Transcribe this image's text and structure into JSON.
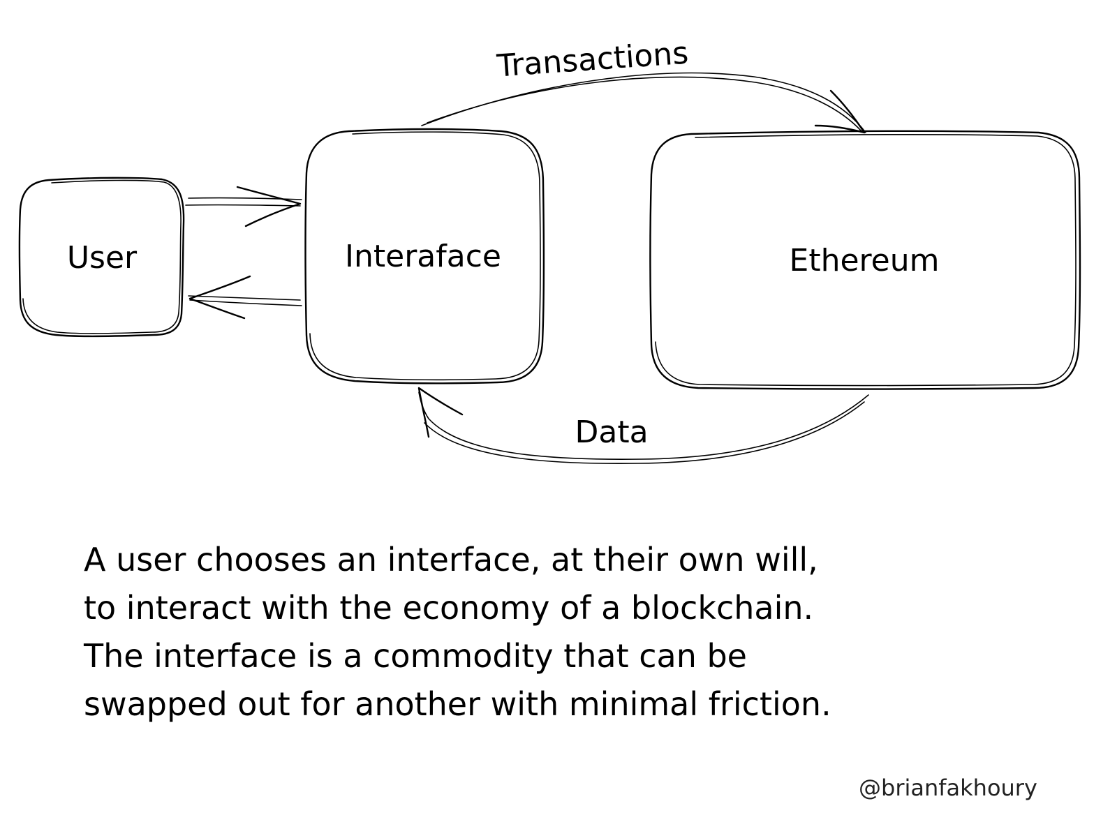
{
  "colors": {
    "background": "#ffffff",
    "ink": "#000000"
  },
  "nodes": {
    "user": {
      "label": "User"
    },
    "interface": {
      "label": "Interaface"
    },
    "ethereum": {
      "label": "Ethereum"
    }
  },
  "edges": {
    "transactions": {
      "label": "Transactions",
      "from": "Interaface",
      "to": "Ethereum"
    },
    "data": {
      "label": "Data",
      "from": "Ethereum",
      "to": "Interaface"
    },
    "user_to_interface": {
      "from": "User",
      "to": "Interaface"
    },
    "interface_to_user": {
      "from": "Interaface",
      "to": "User"
    }
  },
  "caption": {
    "lines": [
      "A user chooses an interface, at their own will,",
      "to interact with the economy of a blockchain.",
      "The interface is a commodity that can be",
      "swapped out for another with minimal friction."
    ]
  },
  "credit": "@brianfakhoury"
}
